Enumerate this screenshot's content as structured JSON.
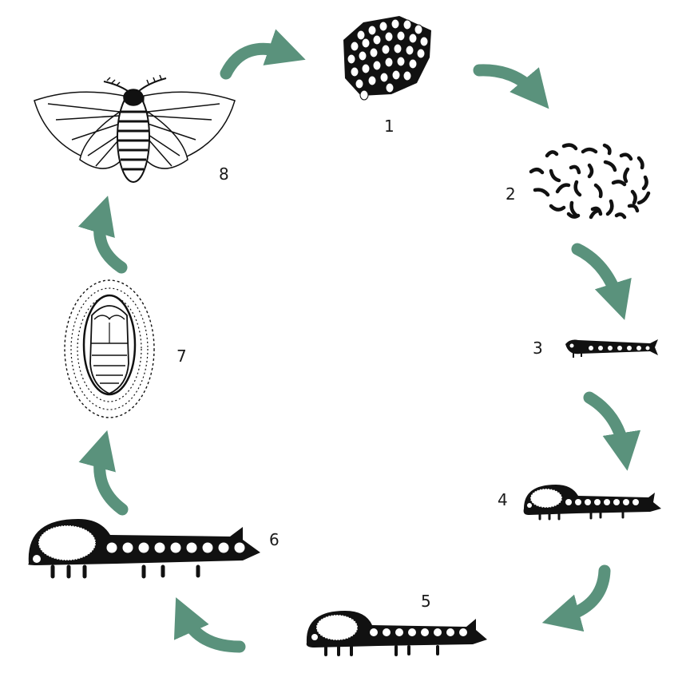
{
  "colors": {
    "arrow": "#5a927c",
    "ink": "#111111"
  },
  "stages": [
    {
      "label": "1",
      "icon": "egg-cluster-icon"
    },
    {
      "label": "2",
      "icon": "hatchlings-icon"
    },
    {
      "label": "3",
      "icon": "small-larva-icon"
    },
    {
      "label": "4",
      "icon": "larva-icon"
    },
    {
      "label": "5",
      "icon": "larva-icon"
    },
    {
      "label": "6",
      "icon": "large-larva-icon"
    },
    {
      "label": "7",
      "icon": "cocoon-pupa-icon"
    },
    {
      "label": "8",
      "icon": "moth-icon"
    }
  ]
}
